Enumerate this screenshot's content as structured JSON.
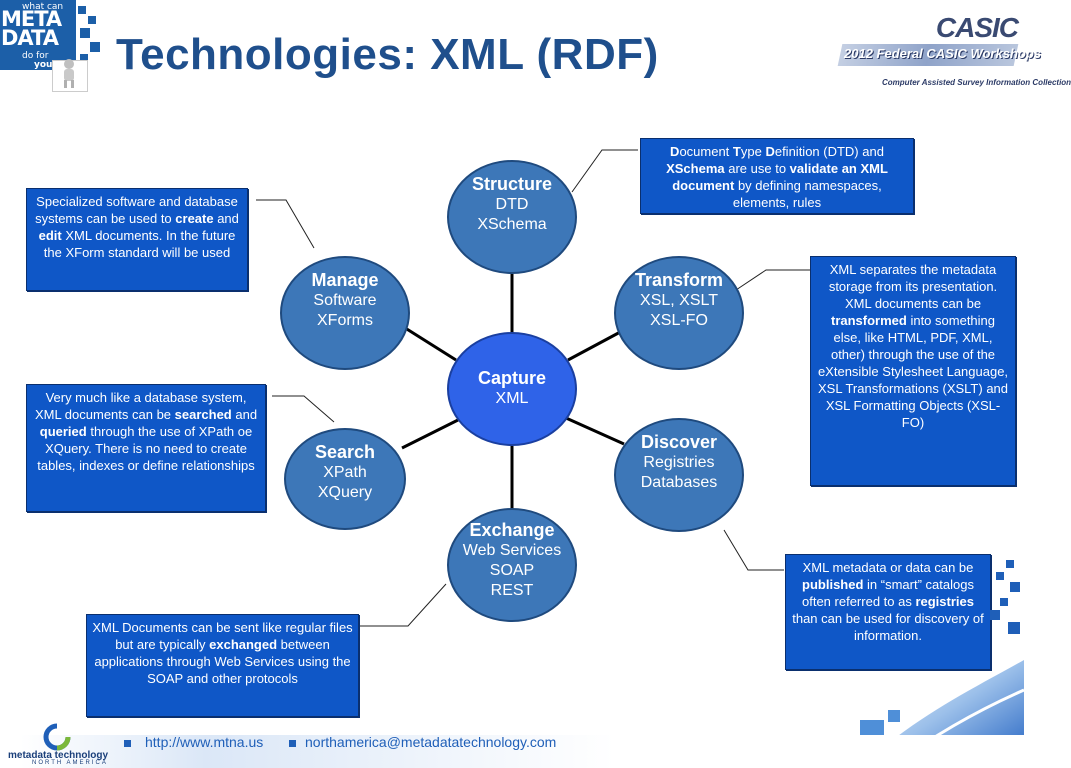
{
  "header": {
    "logo_top": "what can",
    "logo_line1": "META",
    "logo_line2": "DATA",
    "logo_bottom1": "do for",
    "logo_bottom2": "you",
    "title": "Technologies: XML (RDF)"
  },
  "casic_logo": {
    "word": "CASIC",
    "band": "2012 Federal CASIC Workshops",
    "tagline": "Computer Assisted Survey Information Collection"
  },
  "nodes": {
    "structure": {
      "title": "Structure",
      "lines": [
        "DTD",
        "XSchema"
      ]
    },
    "manage": {
      "title": "Manage",
      "lines": [
        "Software",
        "XForms"
      ]
    },
    "transform": {
      "title": "Transform",
      "lines": [
        "XSL, XSLT",
        "XSL-FO"
      ]
    },
    "capture": {
      "title": "Capture",
      "lines": [
        "XML"
      ]
    },
    "search": {
      "title": "Search",
      "lines": [
        "XPath",
        "XQuery"
      ]
    },
    "discover": {
      "title": "Discover",
      "lines": [
        "Registries",
        "Databases"
      ]
    },
    "exchange": {
      "title": "Exchange",
      "lines": [
        "Web Services",
        "SOAP",
        "REST"
      ]
    }
  },
  "callouts": {
    "dtd": {
      "p1": "D",
      "t1": "ocument ",
      "p2": "T",
      "t2": "ype ",
      "p3": "D",
      "t3": "efinition (DTD) and ",
      "b1": "XSchema",
      "t4": " are use to ",
      "b2": "validate an XML document",
      "t5": " by defining  namespaces, elements, rules"
    },
    "manage": {
      "t1": "Specialized software and database systems can be used to ",
      "b1": "create",
      "t2": " and ",
      "b2": "edit",
      "t3": " XML documents. In the future the XForm standard will be used"
    },
    "transform": {
      "t1": "XML separates the metadata storage from its presentation. XML documents can be ",
      "b1": "transformed",
      "t2": " into something else, like HTML, PDF, XML, other) through the use of the eXtensible Stylesheet Language, XSL Transformations (XSLT) and XSL Formatting Objects (XSL-FO)"
    },
    "search": {
      "t1": "Very much like a database system, XML documents can be ",
      "b1": "searched",
      "t2": " and ",
      "b2": "queried",
      "t3": " through the use of XPath oe XQuery. There is no need to create tables, indexes or define relationships"
    },
    "discover": {
      "t1": "XML metadata or data can be ",
      "b1": "published",
      "t2": " in “smart” catalogs often referred to as ",
      "b2": "registries",
      "t3": " than can be used for discovery of information."
    },
    "exchange": {
      "t1": "XML Documents can be sent like regular files but are typically ",
      "b1": "exchanged",
      "t2": " between applications through Web Services using the SOAP and other protocols"
    }
  },
  "footer": {
    "logo_name": "metadata technology",
    "logo_region": "NORTH AMERICA",
    "url": "http://www.mtna.us",
    "email": "northamerica@metadatatechnology.com"
  },
  "colors": {
    "title": "#1f4f8c",
    "node": "#3d77b8",
    "center_node": "#2f63e8",
    "callout": "#0f57c7",
    "link": "#1f5fb8"
  }
}
